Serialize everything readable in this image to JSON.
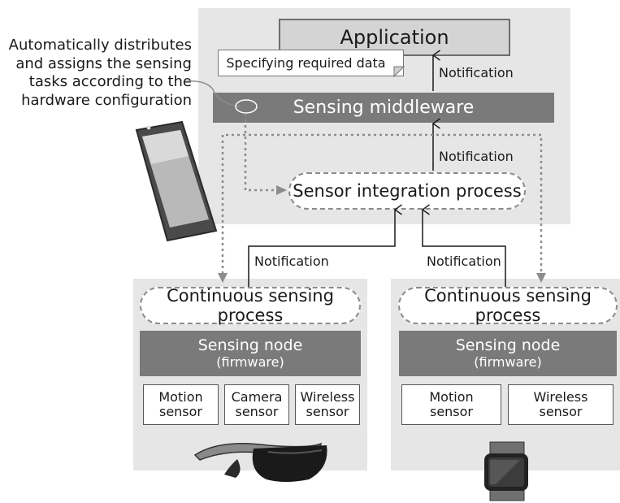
{
  "callout": {
    "lines": [
      "Automatically distributes",
      "and assigns the sensing",
      "tasks according to the",
      "hardware configuration"
    ]
  },
  "top": {
    "application": "Application",
    "specifying_note": "Specifying required data",
    "middleware": "Sensing middleware",
    "integration": "Sensor integration process",
    "notification_app": "Notification",
    "notification_mw": "Notification"
  },
  "left_node": {
    "notification": "Notification",
    "process": "Continuous sensing process",
    "node_title": "Sensing node",
    "node_sub": "(firmware)",
    "sensors": [
      {
        "line1": "Motion",
        "line2": "sensor"
      },
      {
        "line1": "Camera",
        "line2": "sensor"
      },
      {
        "line1": "Wireless",
        "line2": "sensor"
      }
    ]
  },
  "right_node": {
    "notification": "Notification",
    "process": "Continuous sensing process",
    "node_title": "Sensing node",
    "node_sub": "(firmware)",
    "sensors": [
      {
        "line1": "Motion",
        "line2": "sensor"
      },
      {
        "line1": "Wireless",
        "line2": "sensor"
      }
    ]
  },
  "devices": [
    "tablet",
    "smart-glasses",
    "smartwatch"
  ]
}
